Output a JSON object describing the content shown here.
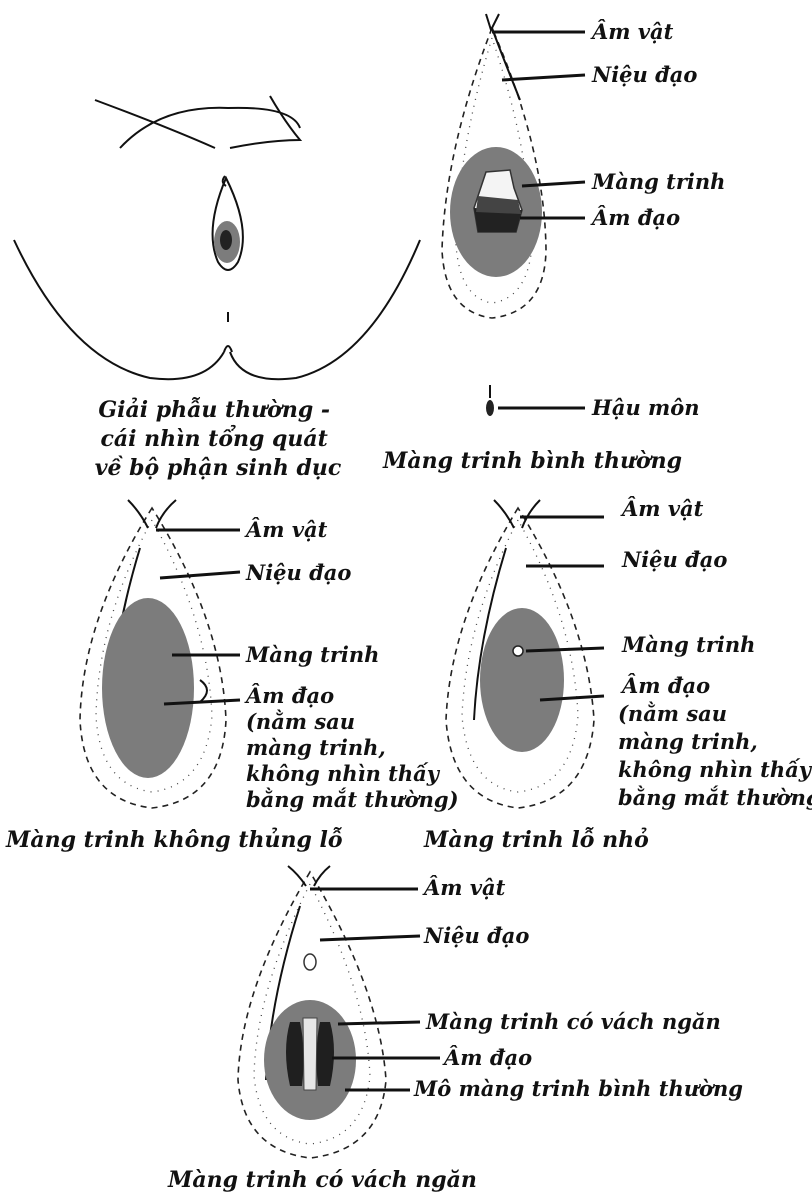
{
  "figures": {
    "overview": {
      "caption": [
        "Giải phẫu thường -",
        "cái nhìn tổng quát",
        "về bộ phận sinh dục"
      ]
    },
    "normal": {
      "caption": "Màng trinh bình thường",
      "labels": {
        "clitoris": "Âm vật",
        "urethra": "Niệu đạo",
        "hymen": "Màng trinh",
        "vagina": "Âm đạo",
        "anus": "Hậu môn"
      }
    },
    "imperforate": {
      "caption": "Màng trinh không thủng lỗ",
      "labels": {
        "clitoris": "Âm vật",
        "urethra": "Niệu đạo",
        "hymen": "Màng trinh",
        "vagina": [
          "Âm đạo",
          "(nằm sau",
          "màng trinh,",
          "không nhìn thấy",
          "bằng mắt thường)"
        ]
      }
    },
    "microperforate": {
      "caption": "Màng trinh lỗ nhỏ",
      "labels": {
        "clitoris": "Âm vật",
        "urethra": "Niệu đạo",
        "hymen": "Màng trinh",
        "vagina": [
          "Âm đạo",
          "(nằm sau",
          "màng trinh,",
          "không nhìn thấy",
          "bằng mắt thường)"
        ]
      }
    },
    "septate": {
      "caption": "Màng trinh có vách ngăn",
      "labels": {
        "clitoris": "Âm vật",
        "urethra": "Niệu đạo",
        "hymen": "Màng trinh có vách ngăn",
        "vagina": "Âm đạo",
        "tissue": "Mô màng trinh bình thường"
      }
    }
  }
}
